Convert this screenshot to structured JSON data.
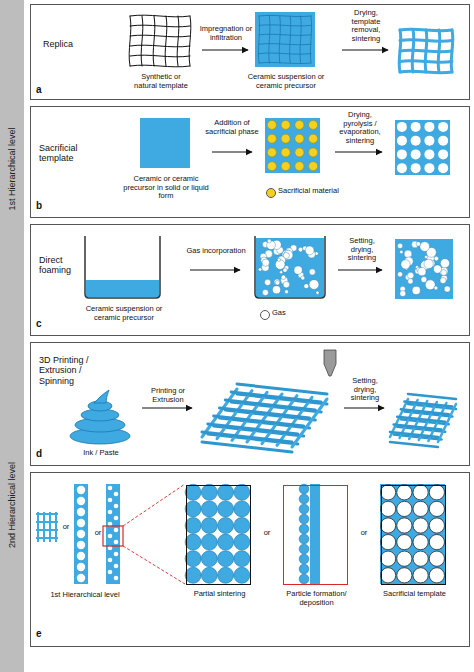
{
  "diagram": {
    "nodes": [
      {
        "text": [
          "1st Hierarchical level"
        ]
      },
      {
        "text": [
          "2nd Hierarchical level"
        ]
      },
      {
        "text": [
          "Replica",
          "Synthetic or natural template",
          "Impregnation or infiltration",
          "Ceramic suspension or ceramic precursor",
          "Drying, template removal, sintering"
        ]
      },
      {
        "text": [
          "Sacrificial template",
          "Ceramic or ceramic precursor in solid or liquid form",
          "Addition of sacrificial phase",
          "Drying, pyrolysis / evaporation, sintering"
        ]
      },
      {
        "text": [
          "Direct foaming",
          "Ceramic suspension or ceramic precursor",
          "Gas incorporation",
          "Setting, drying, sintering"
        ]
      },
      {
        "text": [
          "3D Printing / Extrusion / Spinning",
          "Ink / Paste",
          "Printing or Extrusion",
          "Setting, drying, sintering"
        ]
      },
      {
        "text": [
          "or",
          "or",
          "1st Hierarchical level",
          "or",
          "or"
        ]
      },
      {
        "text": [
          "Partial sintering"
        ],
        "in": 6
      },
      {
        "text": [
          "Particle formation/ deposition"
        ],
        "in": 6
      },
      {
        "text": [
          "Sacrificial template"
        ],
        "in": 6
      }
    ],
    "labels": [
      "a",
      "b",
      "c",
      "d",
      "e"
    ],
    "legend": [
      {
        "text": "Sacrificial material",
        "color": "#f5d01e"
      },
      {
        "text": "Gas",
        "color": "#ffffff"
      }
    ]
  }
}
